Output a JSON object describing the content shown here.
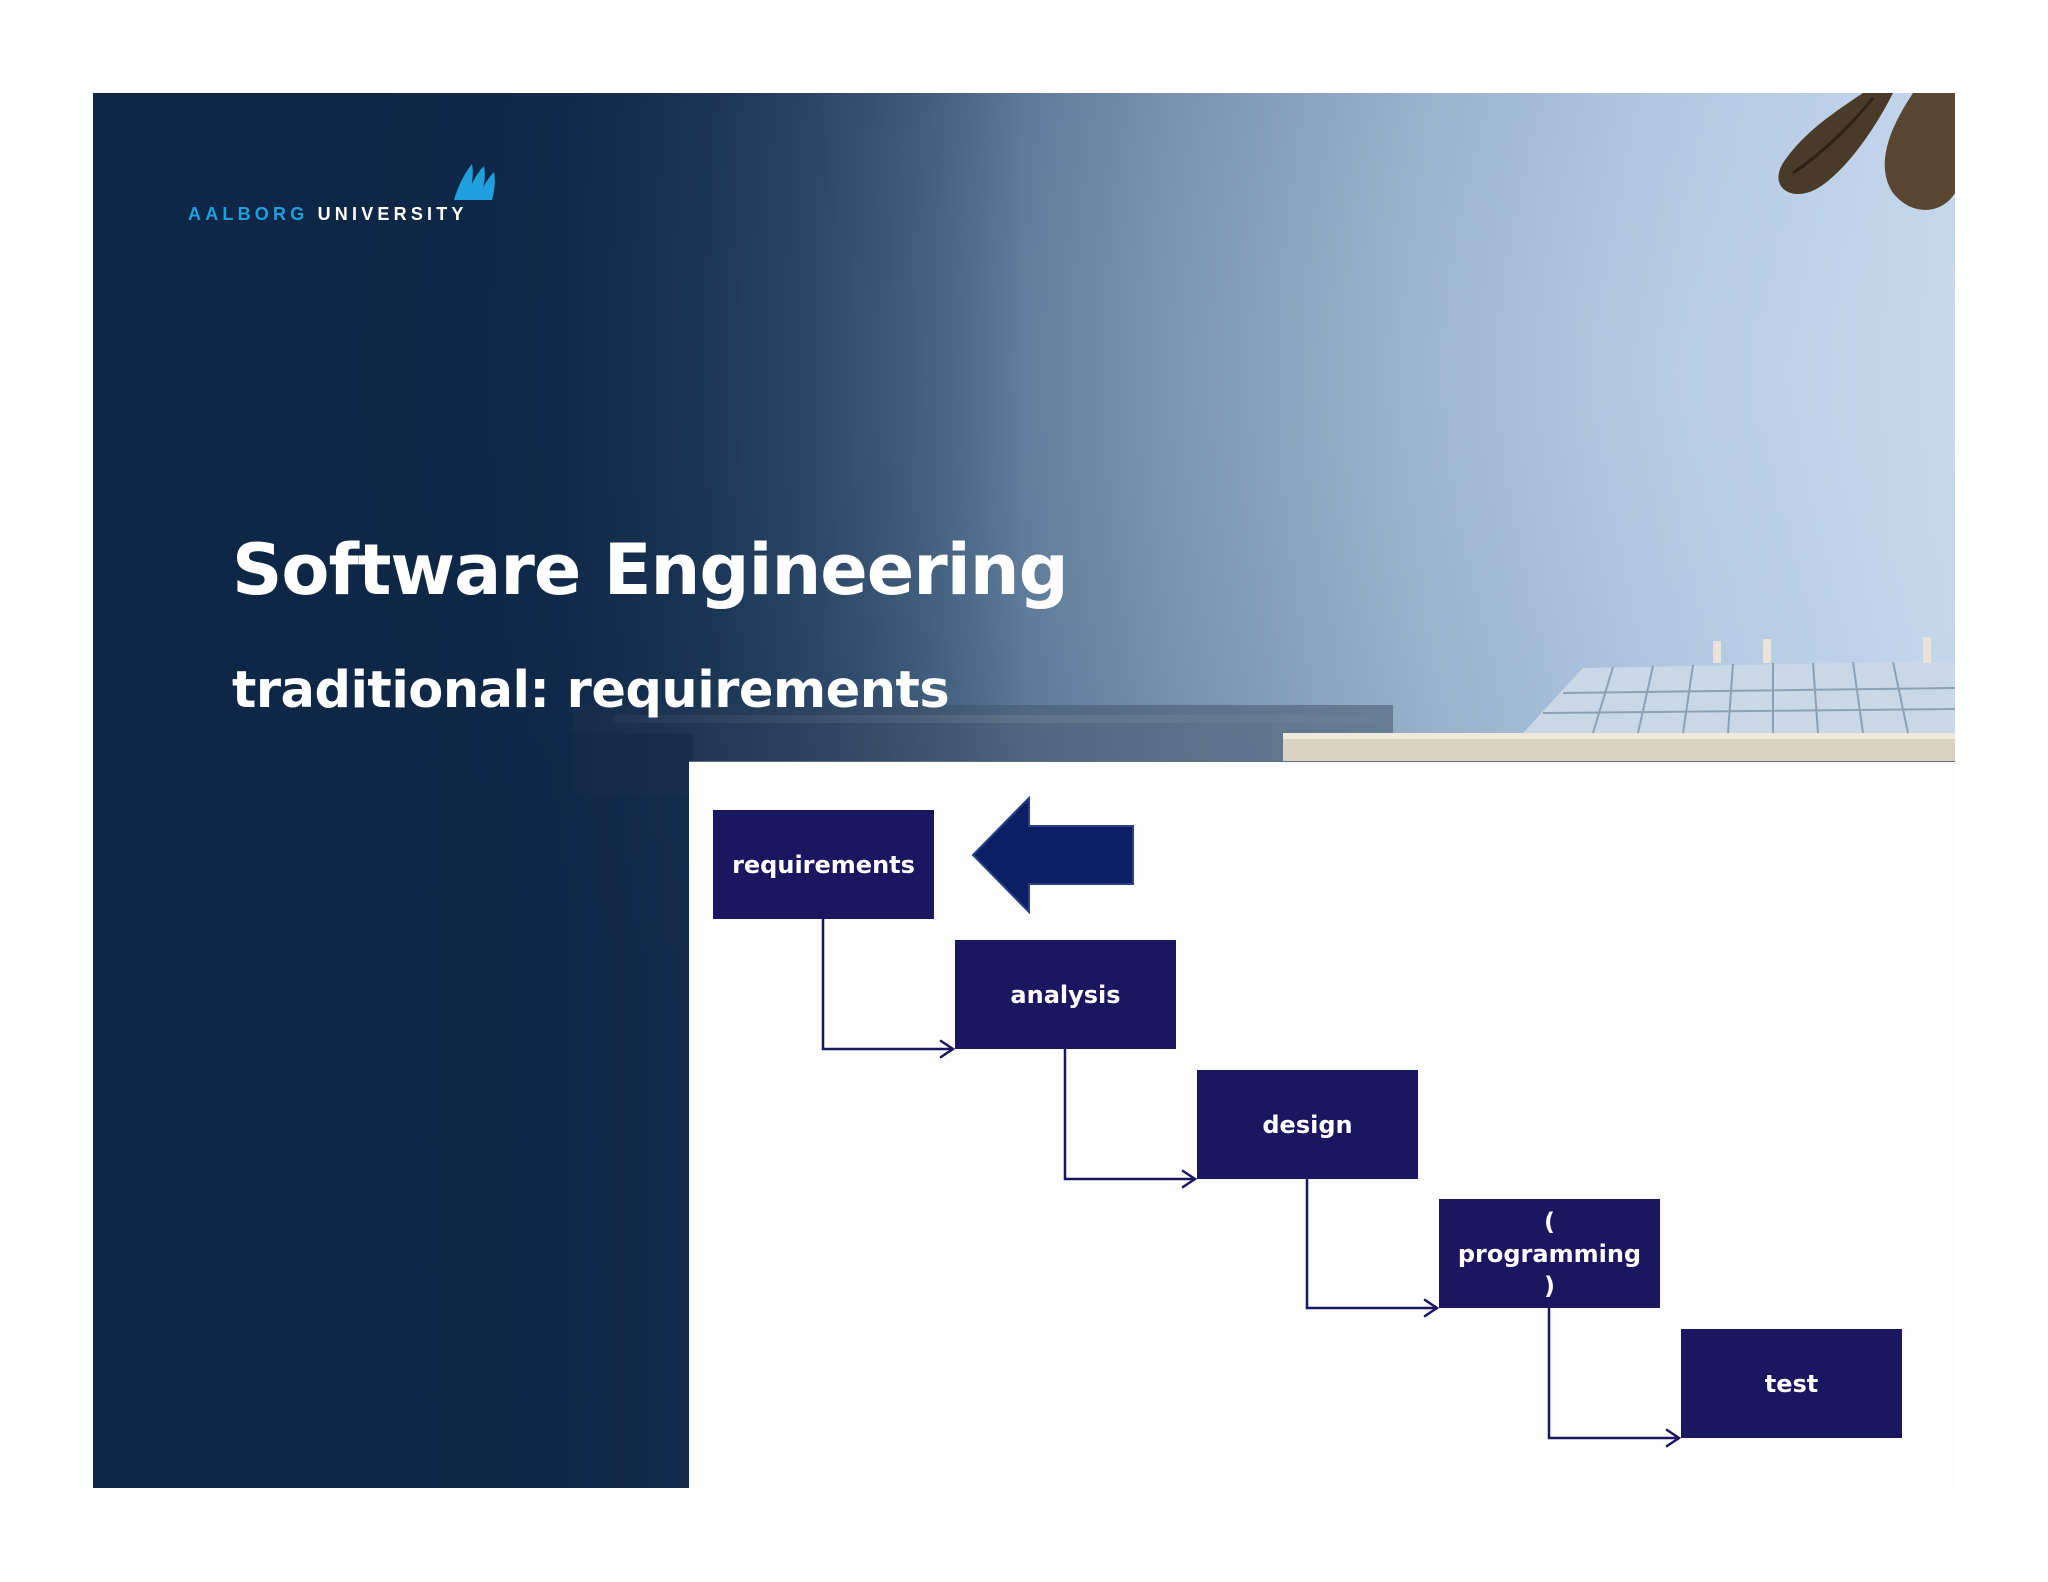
{
  "slide": {
    "title": "Software Engineering",
    "subtitle": "traditional: requirements"
  },
  "logo": {
    "word1": "AALBORG",
    "word2": "UNIVERSITY",
    "mark": "waves-logo-icon",
    "colors": {
      "word1": "#1fa0de",
      "word2": "#ffffff"
    }
  },
  "diagram": {
    "steps": [
      {
        "id": "requirements",
        "label": "requirements"
      },
      {
        "id": "analysis",
        "label": "analysis"
      },
      {
        "id": "design",
        "label": "design"
      },
      {
        "id": "programming",
        "label": "(\nprogramming\n)"
      },
      {
        "id": "test",
        "label": "test"
      }
    ],
    "edges": [
      [
        "requirements",
        "analysis"
      ],
      [
        "analysis",
        "design"
      ],
      [
        "design",
        "programming"
      ],
      [
        "programming",
        "test"
      ]
    ],
    "current_step": "requirements",
    "pointer": "left-arrow-icon",
    "colors": {
      "box_fill": "#1b1660",
      "box_text": "#ffffff",
      "connector": "#1b1660",
      "pointer_fill": "#0d1f63",
      "panel_bg": "#fdfdfe"
    }
  },
  "colors": {
    "background_dark": "#0f2746",
    "background_light": "#bcd2ea"
  }
}
